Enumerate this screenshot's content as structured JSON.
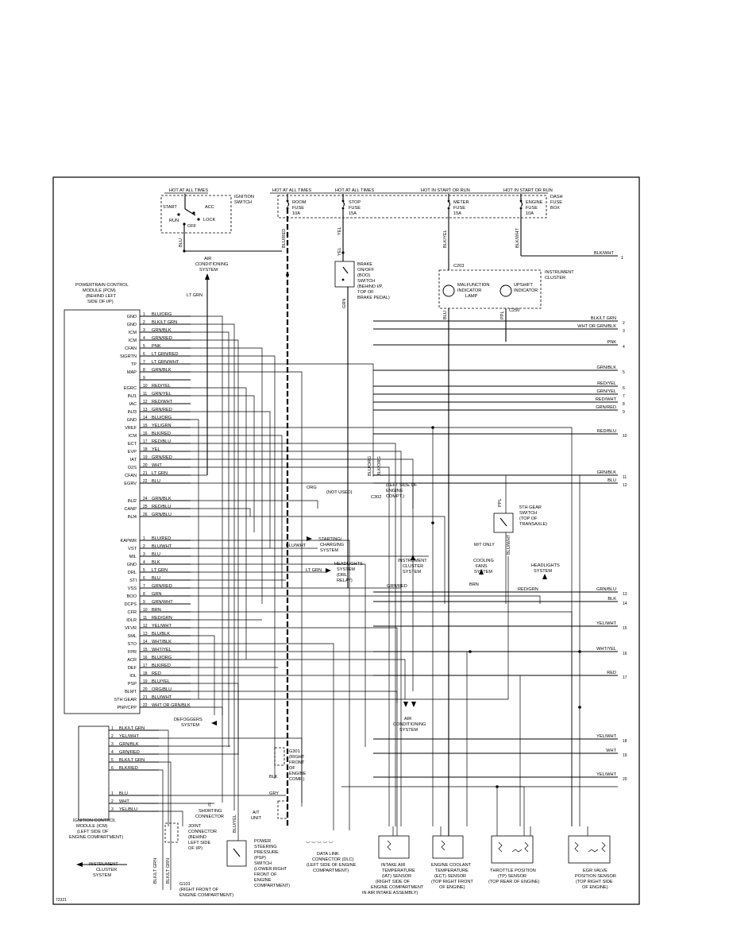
{
  "fig_id": "72321",
  "power": {
    "hot_at_all_times": "HOT AT ALL TIMES",
    "hot_in_start_or_run": "HOT IN START OR RUN"
  },
  "ignition_switch": {
    "title": [
      "IGNITION",
      "SWITCH"
    ],
    "positions": [
      "START",
      "ACC",
      "RUN",
      "LOCK",
      "OFF"
    ]
  },
  "dash_fuse_box": [
    "DASH",
    "FUSE",
    "BOX"
  ],
  "fuses": [
    [
      "ROOM",
      "FUSE",
      "10A"
    ],
    [
      "STOP",
      "FUSE",
      "15A"
    ],
    [
      "METER",
      "FUSE",
      "15A"
    ],
    [
      "ENGINE",
      "FUSE",
      "10A"
    ]
  ],
  "fuse_wires": [
    "BLU/RED",
    "YEL",
    "BLK/YEL",
    "BLK/WHT"
  ],
  "pcm": {
    "title": [
      "POWERTRAIN CONTROL",
      "MODULE (PCM)",
      "(BEHIND LEFT",
      "SIDE OF I/P)"
    ],
    "pins_a": [
      {
        "name": "GND",
        "num": "1",
        "wire": "BLU/ORG"
      },
      {
        "name": "GND",
        "num": "2",
        "wire": "BLK/LT GRN"
      },
      {
        "name": "ICM",
        "num": "3",
        "wire": "GRN/BLK"
      },
      {
        "name": "ICM",
        "num": "4",
        "wire": "GRN/RED"
      },
      {
        "name": "CFAN",
        "num": "5",
        "wire": "PNK"
      },
      {
        "name": "SIGRTN",
        "num": "6",
        "wire": "LT GRN/RED"
      },
      {
        "name": "TP",
        "num": "7",
        "wire": "LT GRN/WHT"
      },
      {
        "name": "MAP",
        "num": "8",
        "wire": "GRN/BLK"
      },
      {
        "name": "",
        "num": "9",
        "wire": ""
      },
      {
        "name": "EGRC",
        "num": "10",
        "wire": "RED/YEL"
      },
      {
        "name": "INJ1",
        "num": "11",
        "wire": "GRN/YEL"
      },
      {
        "name": "IAC",
        "num": "12",
        "wire": "RED/WHT"
      },
      {
        "name": "INJ3",
        "num": "13",
        "wire": "GRN/RED"
      },
      {
        "name": "GND",
        "num": "14",
        "wire": "BLU/ORG"
      },
      {
        "name": "VREF",
        "num": "15",
        "wire": "YEL/GRN"
      },
      {
        "name": "ICM",
        "num": "16",
        "wire": "BLK/RED"
      },
      {
        "name": "ECT",
        "num": "17",
        "wire": "RED/BLU"
      },
      {
        "name": "EVP",
        "num": "18",
        "wire": "YEL"
      },
      {
        "name": "IAT",
        "num": "19",
        "wire": "GRN/RED"
      },
      {
        "name": "O2S",
        "num": "20",
        "wire": "WHT"
      },
      {
        "name": "CFAN",
        "num": "21",
        "wire": "LT GRN"
      },
      {
        "name": "EGRV",
        "num": "22",
        "wire": "BLU"
      },
      {
        "name": "INJ2",
        "num": "24",
        "wire": "GRN/BLK"
      },
      {
        "name": "CANP",
        "num": "25",
        "wire": "RED/BLU"
      },
      {
        "name": "INJ4",
        "num": "26",
        "wire": "GRN/BLU"
      }
    ],
    "pins_b": [
      {
        "name": "KAPWR",
        "num": "1",
        "wire": "BLU/RED"
      },
      {
        "name": "VST",
        "num": "2",
        "wire": "BLU/WHT"
      },
      {
        "name": "MIL",
        "num": "3",
        "wire": "BLU"
      },
      {
        "name": "GND",
        "num": "4",
        "wire": "BLK"
      },
      {
        "name": "DRL",
        "num": "5",
        "wire": "LT GRN"
      },
      {
        "name": "STI",
        "num": "6",
        "wire": "BLU"
      },
      {
        "name": "VSS",
        "num": "7",
        "wire": "GRN/RED"
      },
      {
        "name": "BOO",
        "num": "8",
        "wire": "GRN"
      },
      {
        "name": "DCPS",
        "num": "9",
        "wire": "GRN/WHT"
      },
      {
        "name": "CFR",
        "num": "10",
        "wire": "BRN"
      },
      {
        "name": "IDLR",
        "num": "11",
        "wire": "RED/GRN"
      },
      {
        "name": "VFVR",
        "num": "12",
        "wire": "YEL/WHT"
      },
      {
        "name": "SML",
        "num": "13",
        "wire": "BLU/BLK"
      },
      {
        "name": "STO",
        "num": "14",
        "wire": "WHT/BLK"
      },
      {
        "name": "FPR",
        "num": "15",
        "wire": "WHT/YEL"
      },
      {
        "name": "ACR",
        "num": "16",
        "wire": "BLU/ORG"
      },
      {
        "name": "DEF",
        "num": "17",
        "wire": "BLK/RED"
      },
      {
        "name": "IDL",
        "num": "18",
        "wire": "RED"
      },
      {
        "name": "PSP",
        "num": "19",
        "wire": "BLU/YEL"
      },
      {
        "name": "BLMT",
        "num": "20",
        "wire": "ORG/BLU"
      },
      {
        "name": "5TH GEAR",
        "num": "21",
        "wire": "BLU/WHT"
      },
      {
        "name": "PNP/CPP",
        "num": "22",
        "wire": "WHT OR GRN/BLK"
      }
    ]
  },
  "icm": {
    "title": [
      "IGNITION CONTROL",
      "MODULE (ICM)",
      "(LEFT SIDE OF",
      "ENGINE COMPARTMENT)"
    ],
    "pins_a": [
      {
        "num": "1",
        "wire": "BLK/LT GRN"
      },
      {
        "num": "2",
        "wire": "YEL/WHT"
      },
      {
        "num": "3",
        "wire": "GRN/BLK"
      },
      {
        "num": "4",
        "wire": "GRN/RED"
      },
      {
        "num": "5",
        "wire": "BLK/LT GRN"
      },
      {
        "num": "6",
        "wire": "BLK/RED"
      }
    ],
    "pins_b": [
      {
        "num": "1",
        "wire": "BLU"
      },
      {
        "num": "2",
        "wire": "WHT"
      },
      {
        "num": "3",
        "wire": "YEL/BLU"
      }
    ]
  },
  "right_wires": [
    {
      "wire": "BLK/WHT",
      "num": "1"
    },
    {
      "wire": "BLK/LT GRN",
      "num": "2"
    },
    {
      "wire": "WHT OR GRN/BLK",
      "num": "3"
    },
    {
      "wire": "PNK",
      "num": "4"
    },
    {
      "wire": "GRN/BLK",
      "num": "5"
    },
    {
      "wire": "RED/YEL",
      "num": "6"
    },
    {
      "wire": "GRN/YEL",
      "num": "7"
    },
    {
      "wire": "RED/WHT",
      "num": "8"
    },
    {
      "wire": "GRN/RED",
      "num": "9"
    },
    {
      "wire": "RED/BLU",
      "num": "10"
    },
    {
      "wire": "GRN/BLK",
      "num": "11"
    },
    {
      "wire": "BLU",
      "num": "12"
    },
    {
      "wire": "GRN/BLU",
      "num": "13"
    },
    {
      "wire": "BLK",
      "num": "14"
    },
    {
      "wire": "YEL/WHT",
      "num": "15"
    },
    {
      "wire": "WHT/YEL",
      "num": "16"
    },
    {
      "wire": "RED",
      "num": "17"
    },
    {
      "wire": "YEL/WHT",
      "num": "18"
    },
    {
      "wire": "WHT",
      "num": "19"
    },
    {
      "wire": "YEL/WHT",
      "num": "20"
    }
  ],
  "labels": {
    "c203": "C203",
    "c250": "C250",
    "c302": "C302",
    "g301": "G301",
    "g101": "G101",
    "instrument_cluster": [
      "INSTRUMENT",
      "CLUSTER"
    ],
    "mil": [
      "MALFUNCTION",
      "INDICATOR",
      "LAMP"
    ],
    "upshift": [
      "UPSHIFT",
      "INDICATOR"
    ],
    "boo_switch": [
      "BRAKE",
      "ON/OFF",
      "(BOO)",
      "SWITCH",
      "(BEHIND I/P,",
      "TOP OF",
      "BRAKE PEDAL)"
    ],
    "ac_top": [
      "AIR",
      "CONDITIONING",
      "SYSTEM"
    ],
    "ac_mid": [
      "AIR",
      "CONDITIONING",
      "SYSTEM"
    ],
    "not_used": "(NOT USED)",
    "c302_loc": [
      "(LEFT SIDE OF",
      "ENGINE",
      "COMPT.)"
    ],
    "starting": [
      "STARTING/",
      "CHARGING",
      "SYSTEM"
    ],
    "headlights_drl": [
      "HEADLIGHTS",
      "SYSTEM",
      "(DRL",
      "RELAY)"
    ],
    "instrument_cluster_sys": [
      "INSTRUMENT",
      "CLUSTER",
      "SYSTEM"
    ],
    "cooling": [
      "COOLING",
      "FANS",
      "SYSTEM"
    ],
    "headlights": [
      "HEADLIGHTS",
      "SYSTEM"
    ],
    "fifth_gear": [
      "5TH GEAR",
      "SWITCH",
      "(TOP OF",
      "TRANSAXLE)"
    ],
    "mt_only": "M/T ONLY",
    "defoggers": [
      "DEFOGGERS",
      "SYSTEM"
    ],
    "shorting": [
      "SHORTING",
      "CONNECTOR"
    ],
    "joint": [
      "JOINT",
      "CONNECTOR",
      "(BEHIND",
      "LEFT SIDE",
      "OF I/P)"
    ],
    "ac_unit": [
      "A/T",
      "UNIT"
    ],
    "psp": [
      "POWER",
      "STEERING",
      "PRESSURE",
      "(PSP)",
      "SWITCH",
      "(LOWER RIGHT",
      "FRONT OF",
      "ENGINE",
      "COMPARTMENT)"
    ],
    "dlc": [
      "DATA LINK",
      "CONNECTOR (DLC)",
      "(LEFT SIDE OF ENGINE",
      "COMPARTMENT)"
    ],
    "iat": [
      "INTAKE AIR",
      "TEMPERATURE",
      "(IAT) SENSOR",
      "(RIGHT SIDE OF",
      "ENGINE COMPARTMENT",
      "IN AIR INTAKE ASSEMBLY)"
    ],
    "ect": [
      "ENGINE COOLANT",
      "TEMPERATURE",
      "(ECT) SENSOR",
      "(TOP RIGHT FRONT",
      "OF ENGINE)"
    ],
    "tp": [
      "THROTTLE POSITION",
      "(TP) SENSOR",
      "(TOP REAR OF ENGINE)"
    ],
    "egr": [
      "EGR VALVE",
      "POSITION SENSOR",
      "(TOP RIGHT SIDE",
      "OF ENGINE)"
    ],
    "instr_icm": [
      "INSTRUMENT",
      "CLUSTER",
      "SYSTEM"
    ],
    "g301_loc": [
      "(RIGHT",
      "FRONT",
      "OF",
      "ENGINE",
      "COMP.)"
    ],
    "g101_loc": [
      "(RIGHT FRONT OF",
      "ENGINE COMPARTMENT)"
    ],
    "misc_wires": {
      "blu": "BLU",
      "lt_grn": "LT GRN",
      "grn": "GRN",
      "orgw": "ORG",
      "blu_wht": "BLU/WHT",
      "grn_red": "GRN/RED",
      "brn": "BRN",
      "red_grn": "RED/GRN",
      "blk_org": "BLK/ORG",
      "blu_org": "BLU/ORG",
      "blk": "BLK",
      "gry": "GRY",
      "yel": "YEL",
      "blu_yel": "BLU/YEL",
      "blk_wht": "BLK/WHT",
      "ppl": "PPL",
      "blk_grn": "BLK/LT GRN"
    }
  }
}
